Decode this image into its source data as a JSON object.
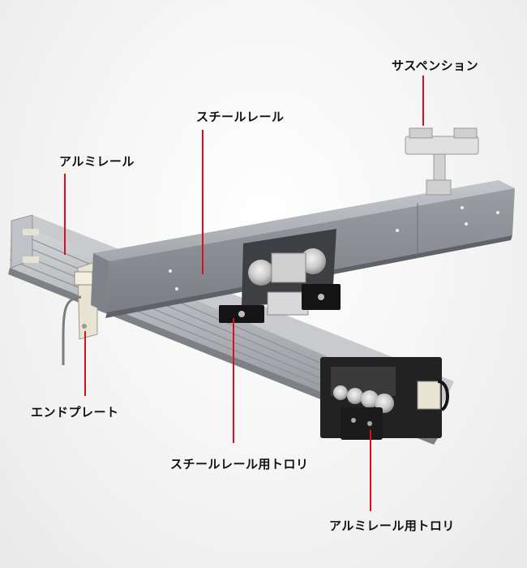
{
  "labels": {
    "suspension": "サスペンション",
    "steel_rail": "スチールレール",
    "aluminum_rail": "アルミレール",
    "end_plate": "エンドプレート",
    "steel_trolley": "スチールレール用トロリ",
    "aluminum_trolley": "アルミレール用トロリ"
  },
  "colors": {
    "leader_line": "#d9101a",
    "steel_rail": "#8c9096",
    "aluminum_rail": "#b9bcc0",
    "trolley_black": "#1a1a1a",
    "roller": "#d5d5d5"
  }
}
